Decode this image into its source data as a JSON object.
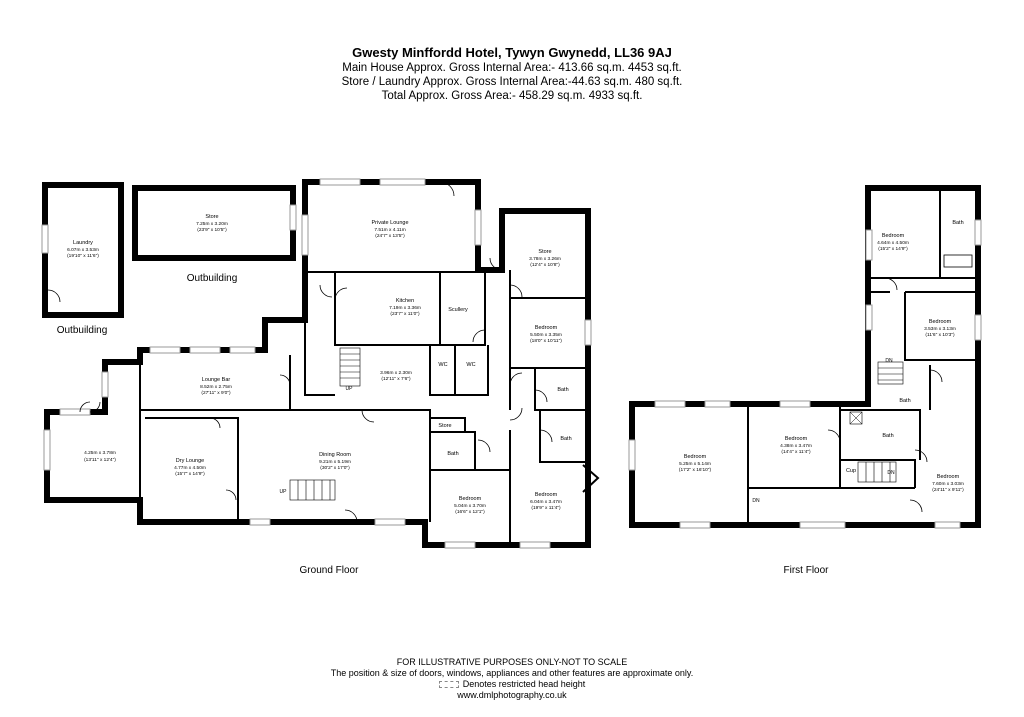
{
  "header": {
    "title": "Gwesty Minffordd Hotel, Tywyn Gwynedd, LL36 9AJ",
    "line1": "Main House Approx. Gross Internal Area:- 413.66 sq.m. 4453 sq.ft.",
    "line2": "Store / Laundry Approx. Gross Internal Area:-44.63 sq.m. 480 sq.ft.",
    "line3": "Total Approx. Gross Area:- 458.29 sq.m. 4933 sq.ft."
  },
  "floors": {
    "ground": "Ground Floor",
    "first": "First Floor"
  },
  "outbuildings": {
    "label_left": "Outbuilding",
    "label_right": "Outbuilding"
  },
  "rooms": {
    "laundry": {
      "name": "Laundry",
      "metric": "6.07m x 3.53m",
      "imperial": "(19'10\" x 11'6\")"
    },
    "store_out": {
      "name": "Store",
      "metric": "7.25m x 3.20m",
      "imperial": "(23'9\" x 10'5\")"
    },
    "private_lounge": {
      "name": "Private Lounge",
      "metric": "7.51m x 4.11m",
      "imperial": "(24'7\" x 13'5\")"
    },
    "store_gf": {
      "name": "Store",
      "metric": "3.78m x 3.26m",
      "imperial": "(12'4\" x 10'8\")"
    },
    "kitchen": {
      "name": "Kitchen",
      "metric": "7.19m x 3.36m",
      "imperial": "(23'7\" x 11'0\")"
    },
    "scullery": {
      "name": "Scullery"
    },
    "bedroom_gf1": {
      "name": "Bedroom",
      "metric": "5.50m x 3.35m",
      "imperial": "(18'0\" x 10'11\")"
    },
    "hall": {
      "metric": "3.96m x 2.30m",
      "imperial": "(12'11\" x 7'6\")"
    },
    "wc1": {
      "name": "WC"
    },
    "wc2": {
      "name": "WC"
    },
    "lounge_bar": {
      "name": "Lounge Bar",
      "metric": "8.52m x 2.75m",
      "imperial": "(27'11\" x 9'0\")"
    },
    "bath_gf1": {
      "name": "Bath"
    },
    "store_small": {
      "name": "Store"
    },
    "bath_gf2": {
      "name": "Bath"
    },
    "bath_gf3": {
      "name": "Bath"
    },
    "sun_room": {
      "metric": "4.25m x 3.78m",
      "imperial": "(13'11\" x 12'4\")"
    },
    "dry_lounge": {
      "name": "Dry Lounge",
      "metric": "4.77m x 4.50m",
      "imperial": "(15'7\" x 14'9\")"
    },
    "dining_room": {
      "name": "Dining Room",
      "metric": "9.21m x 5.19m",
      "imperial": "(30'2\" x 17'0\")"
    },
    "bedroom_gf2": {
      "name": "Bedroom",
      "metric": "5.04m x 3.70m",
      "imperial": "(16'6\" x 12'1\")"
    },
    "bedroom_gf3": {
      "name": "Bedroom",
      "metric": "6.04m x 3.47m",
      "imperial": "(19'9\" x 11'4\")"
    },
    "bedroom_ff1": {
      "name": "Bedroom",
      "metric": "4.64m x 4.50m",
      "imperial": "(15'2\" x 14'9\")"
    },
    "bath_ff1": {
      "name": "Bath"
    },
    "bedroom_ff2": {
      "name": "Bedroom",
      "metric": "3.53m x 3.13m",
      "imperial": "(11'6\" x 10'3\")"
    },
    "bath_ff2": {
      "name": "Bath"
    },
    "bedroom_ff3": {
      "name": "Bedroom",
      "metric": "5.25m x 5.14m",
      "imperial": "(17'2\" x 16'10\")"
    },
    "bedroom_ff4": {
      "name": "Bedroom",
      "metric": "4.38m x 3.47m",
      "imperial": "(14'4\" x 11'4\")"
    },
    "bath_ff3": {
      "name": "Bath"
    },
    "cup": {
      "name": "Cup"
    },
    "bedroom_ff5": {
      "name": "Bedroom",
      "metric": "7.60m x 3.03m",
      "imperial": "(24'11\" x 9'11\")"
    }
  },
  "stairs": {
    "up1": "UP",
    "up2": "UP",
    "dn1": "DN",
    "dn2": "DN",
    "dn3": "DN"
  },
  "footer": {
    "line1": "FOR ILLUSTRATIVE PURPOSES ONLY-NOT TO SCALE",
    "line2": "The position & size of doors, windows, appliances and other features are approximate only.",
    "line3": "Denotes restricted head height",
    "line4": "www.dmlphotography.co.uk"
  }
}
